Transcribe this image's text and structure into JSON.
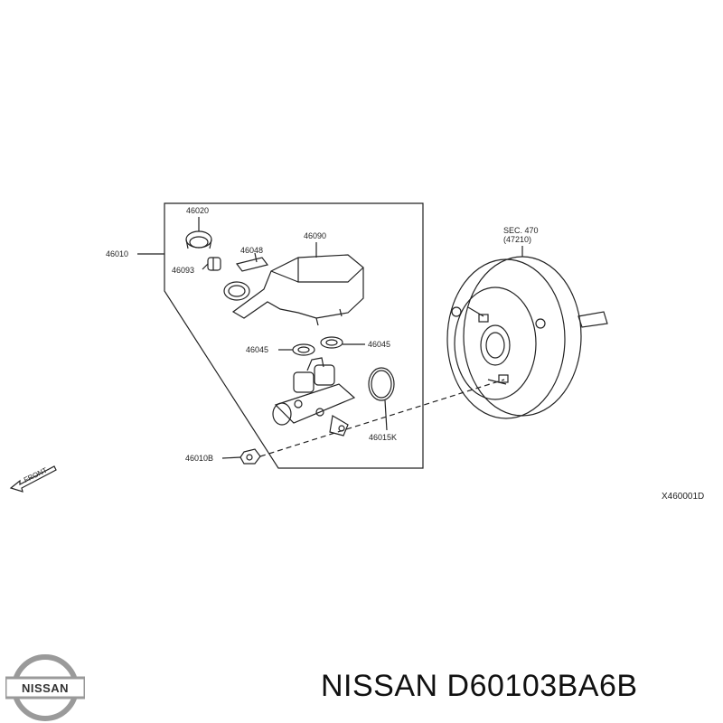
{
  "labels": {
    "assembly": "46010",
    "cap": "46020",
    "hose": "46048",
    "reservoir": "46090",
    "clip": "46093",
    "grommet_left": "46045",
    "grommet_right": "46045",
    "seal_kit": "46015K",
    "nut": "46010B",
    "sec_ref_line1": "SEC. 470",
    "sec_ref_line2": "(47210)",
    "front_arrow": "FRONT",
    "diagram_code": "X460001D"
  },
  "brand": {
    "logo_text": "NISSAN",
    "part_number": "NISSAN D60103BA6B"
  },
  "colors": {
    "line": "#222222",
    "logo_silver": "#9a9a9a"
  }
}
